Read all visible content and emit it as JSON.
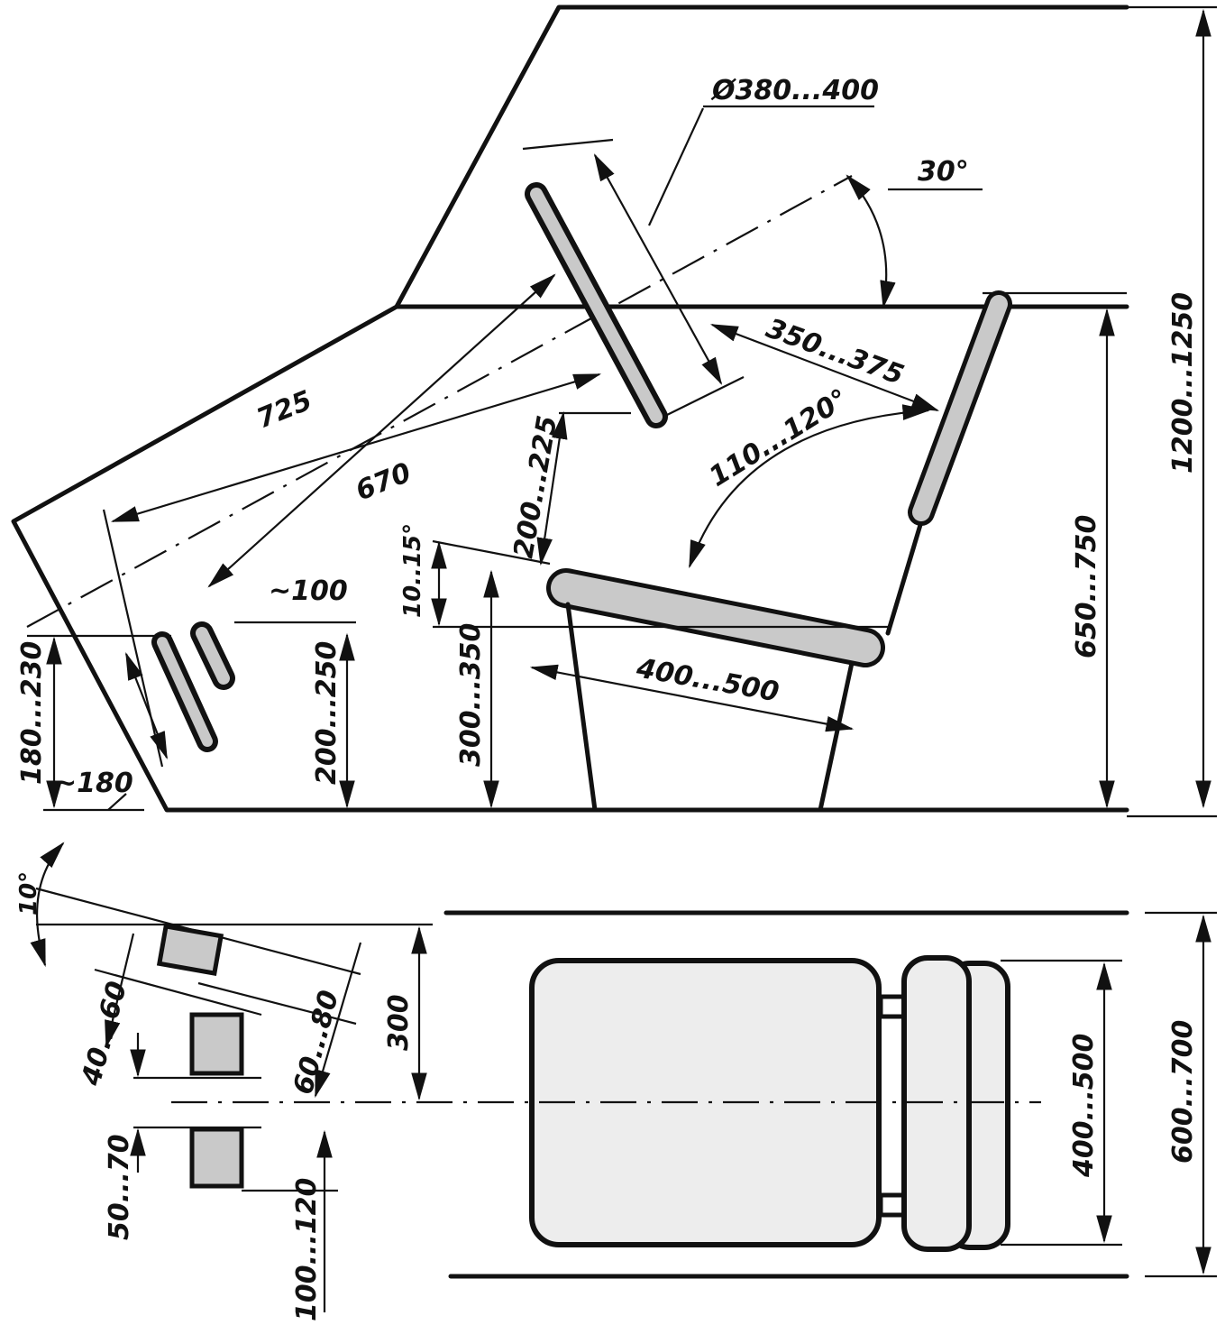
{
  "diagram": {
    "side_view": {
      "wheel_diameter": "Ø380...400",
      "column_angle": "30°",
      "wheel_to_back": "350...375",
      "reach_725": "725",
      "reach_670": "670",
      "wheel_height": "200...225",
      "back_angle": "110...120°",
      "seat_tilt": "10..15°",
      "pedal_gap": "~100",
      "pedal_height_a": "180...230",
      "pedal_length": "~180",
      "pedal_height_b": "200...250",
      "seat_height": "300...350",
      "seat_depth": "400...500",
      "back_height": "650...750",
      "total_height": "1200...1250"
    },
    "top_view": {
      "pedal_angle": "10°",
      "pedal_width_a": "40...60",
      "pedal_width_b": "60...80",
      "offset": "300",
      "pedal_gap": "50...70",
      "pedal_spacing": "100...120",
      "seat_width": "400...500",
      "cabin_width": "600...700"
    }
  }
}
